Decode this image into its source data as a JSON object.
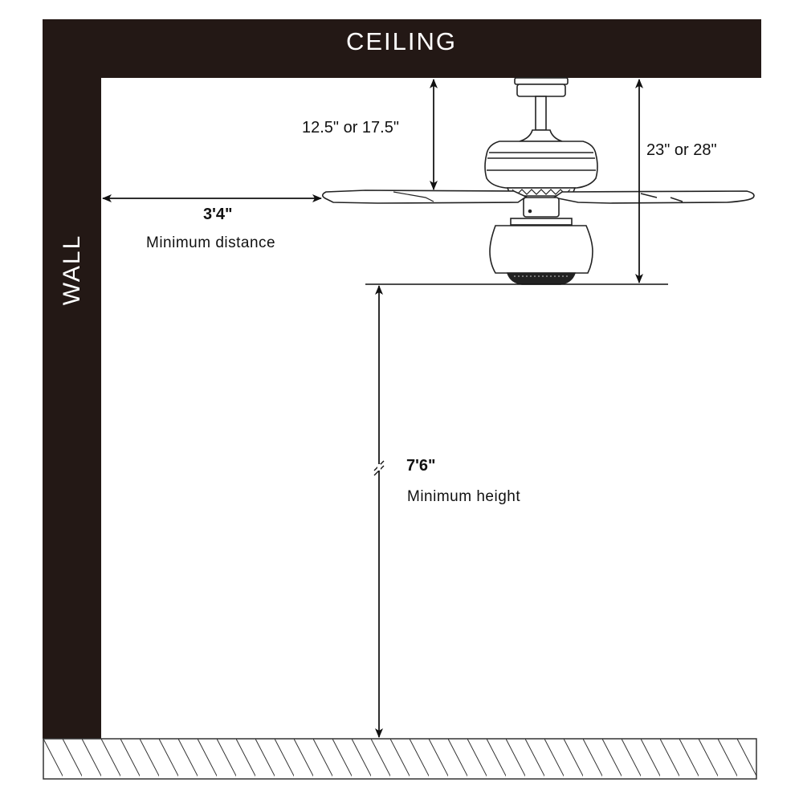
{
  "diagram": {
    "title": "Ceiling fan installation clearance diagram",
    "colors": {
      "structure_fill": "#231815",
      "structure_text": "#ffffff",
      "line": "#111111",
      "background": "#ffffff"
    },
    "labels": {
      "ceiling": "CEILING",
      "wall": "WALL"
    },
    "dimensions": {
      "downrod_drop": {
        "value": "12.5\" or 17.5\"",
        "description": "Ceiling to fan blades"
      },
      "overall_drop": {
        "value": "23\" or 28\"",
        "description": "Ceiling to bottom of fan light"
      },
      "wall_clearance": {
        "value": "3'4\"",
        "note": "Minimum distance"
      },
      "floor_clearance": {
        "value": "7'6\"",
        "note": "Minimum height"
      }
    },
    "elements": [
      "ceiling",
      "wall",
      "floor",
      "ceiling-fan",
      "fan-blades",
      "light-kit"
    ]
  }
}
